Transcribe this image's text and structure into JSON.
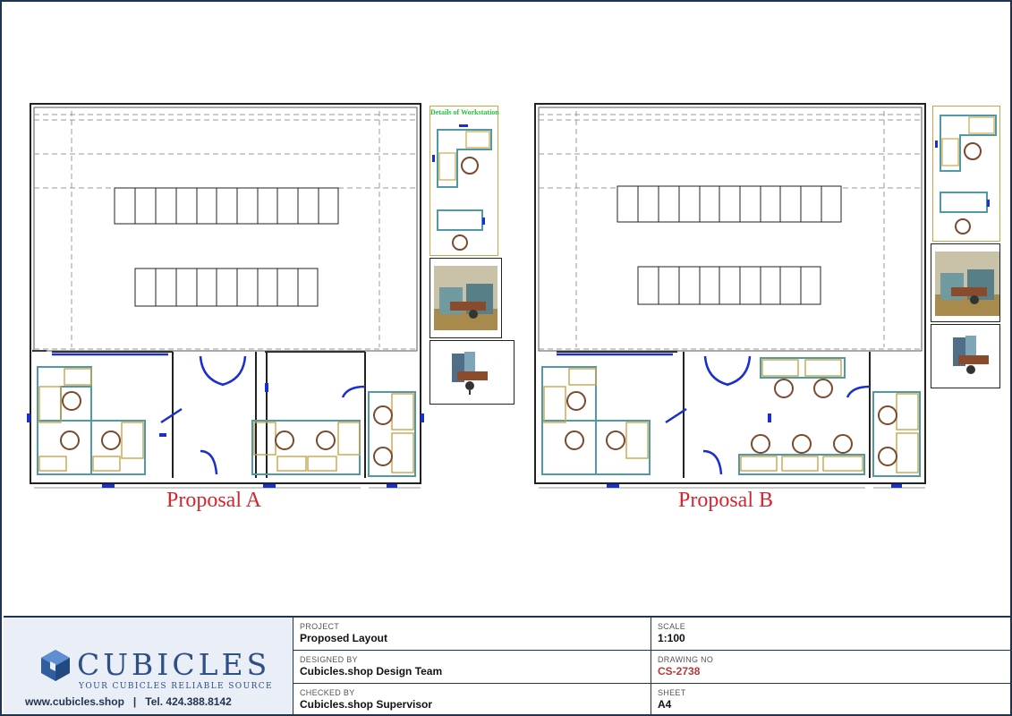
{
  "drawing": {
    "details_label": "Details of Workstation",
    "proposal_a": "Proposal A",
    "proposal_b": "Proposal B"
  },
  "logo": {
    "brand": "CUBICLES",
    "tagline": "YOUR CUBICLES RELIABLE SOURCE",
    "contact": "www.cubicles.shop   |   Tel. 424.388.8142"
  },
  "title_block": {
    "project_label": "PROJECT",
    "project_value": "Proposed Layout",
    "scale_label": "SCALE",
    "scale_value": "1:100",
    "designed_label": "DESIGNED BY",
    "designed_value": "Cubicles.shop Design Team",
    "drawing_no_label": "DRAWING NO",
    "drawing_no_value": "CS-2738",
    "checked_label": "CHECKED BY",
    "checked_value": "Cubicles.shop Supervisor",
    "sheet_label": "SHEET",
    "sheet_value": "A4"
  },
  "colors": {
    "frame": "#1f3450",
    "door": "#1a2fd0",
    "panel": "#4f9aa6",
    "desk": "#caa64a",
    "chair": "#7a4a2e",
    "proposal_title": "#d4262e",
    "detail_title": "#22c03a"
  }
}
